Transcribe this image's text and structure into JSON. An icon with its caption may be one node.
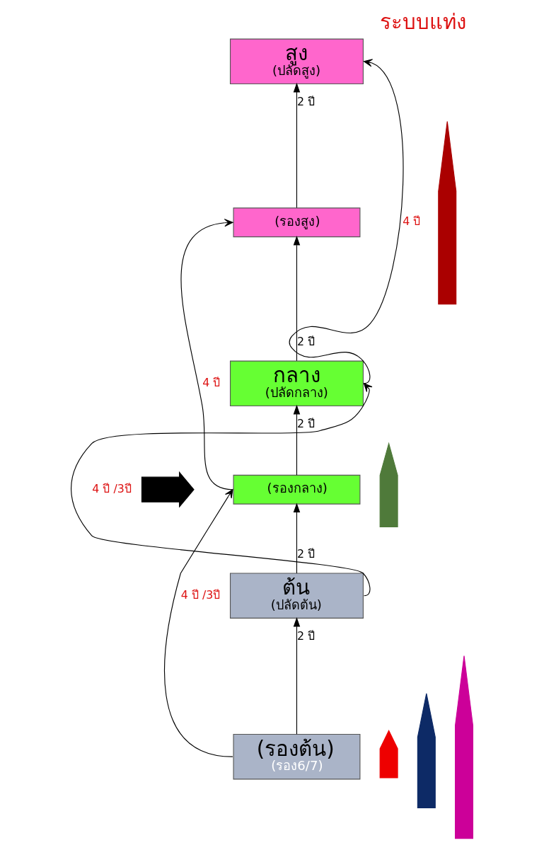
{
  "diagram": {
    "title": "ระบบแท่ง",
    "nodes": [
      {
        "text": [
          "สูง",
          "(ปลัดสูง)"
        ]
      },
      {
        "text": [
          "(รองสูง)"
        ]
      },
      {
        "text": [
          "กลาง",
          "(ปลัดกลาง)"
        ]
      },
      {
        "text": [
          "(รองกลาง)"
        ]
      },
      {
        "text": [
          "ต้น",
          "(ปลัดต้น)"
        ]
      },
      {
        "text": [
          "(รองต้น)",
          "(รอง6/7)"
        ]
      },
      {
        "text": [],
        "shape": "arrow"
      },
      {
        "text": [],
        "shape": "arrow"
      },
      {
        "text": [],
        "shape": "arrow"
      },
      {
        "text": [],
        "shape": "arrow"
      },
      {
        "text": [],
        "shape": "arrow"
      },
      {
        "text": [],
        "shape": "arrow"
      }
    ],
    "edges": [
      {
        "from": 5,
        "to": 4,
        "arrow": "to",
        "label": "2 ปี"
      },
      {
        "from": 4,
        "to": 3,
        "arrow": "to",
        "label": "2 ปี"
      },
      {
        "from": 3,
        "to": 2,
        "arrow": "to",
        "label": "2 ปี"
      },
      {
        "from": 2,
        "to": 1,
        "arrow": "to",
        "label": "2 ปี"
      },
      {
        "from": 1,
        "to": 0,
        "arrow": "to",
        "label": "2 ปี"
      },
      {
        "from": 5,
        "to": 3,
        "arrow": "to",
        "label": "4 ปี /3ปี"
      },
      {
        "from": 3,
        "to": 1,
        "arrow": "to",
        "label": "4 ปี"
      },
      {
        "from": 4,
        "to": 2,
        "arrow": "to",
        "label": "4 ปี /3ปี"
      },
      {
        "from": 2,
        "to": 0,
        "arrow": "to",
        "label": "4 ปี"
      }
    ]
  }
}
